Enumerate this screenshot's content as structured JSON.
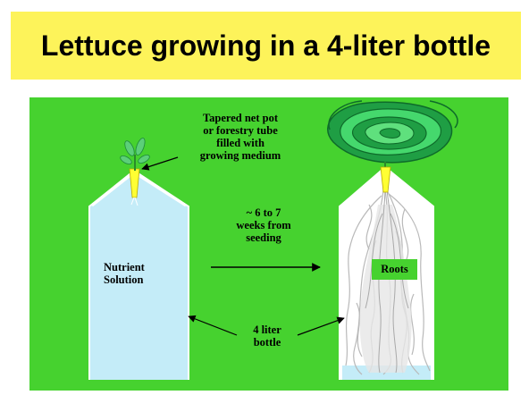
{
  "title": "Lettuce growing in a 4-liter bottle",
  "colors": {
    "title_background": "#fdf35a",
    "panel_background": "#46d22f",
    "solution": "#c4ecf8",
    "bottle_outline": "#ffffff",
    "net_pot": "#ffff33",
    "leaf_light": "#44e06a",
    "leaf_dark": "#138f38",
    "roots": "#cfcfcf",
    "roots_label_box": "#46d22f"
  },
  "labels": {
    "net_pot": [
      "Tapered net  pot",
      "or forestry tube",
      "filled  with",
      "growing medium"
    ],
    "duration": [
      "~  6 to 7",
      "weeks from",
      "seeding"
    ],
    "nutrient_solution": [
      "Nutrient",
      "Solution"
    ],
    "roots": "Roots",
    "bottle": [
      "4 liter",
      "bottle"
    ]
  },
  "icons": {
    "seedling": "seedling-icon",
    "lettuce_head": "lettuce-head-icon",
    "arrow": "arrow-icon"
  }
}
